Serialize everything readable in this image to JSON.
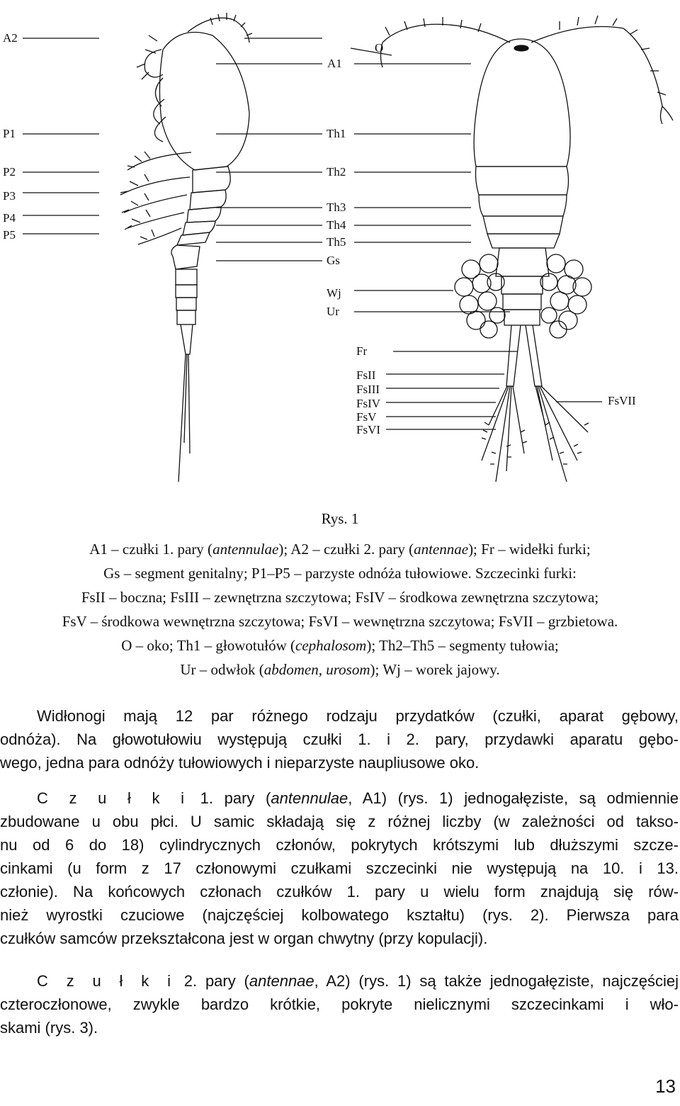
{
  "figure": {
    "labels": {
      "a2": "A2",
      "a1": "A1",
      "o": "O",
      "p1": "P1",
      "p2": "P2",
      "p3": "P3",
      "p4": "P4",
      "p5": "P5",
      "th1": "Th1",
      "th2": "Th2",
      "th3": "Th3",
      "th4": "Th4",
      "th5": "Th5",
      "gs": "Gs",
      "wj": "Wj",
      "ur": "Ur",
      "fr": "Fr",
      "fsii": "FsII",
      "fsiii": "FsIII",
      "fsiv": "FsIV",
      "fsv": "FsV",
      "fsvi": "FsVI",
      "fsvii": "FsVII"
    }
  },
  "caption": {
    "title": "Rys. 1",
    "lines": [
      [
        "A1 – czułki 1. pary (",
        "antennulae",
        "); A2 – czułki 2. pary (",
        "antennae",
        "); Fr – widełki furki;"
      ],
      [
        "Gs – segment genitalny; P1–P5 – parzyste odnóża tułowiowe. Szczecinki furki:"
      ],
      [
        "FsII – boczna; FsIII – zewnętrzna szczytowa; FsIV – środkowa zewnętrzna szczytowa;"
      ],
      [
        "FsV – środkowa wewnętrzna szczytowa; FsVI – wewnętrzna szczytowa; FsVII – grzbietowa."
      ],
      [
        "O – oko; Th1 – głowotułów (",
        "cephalosom",
        "); Th2–Th5 – segmenty tułowia;"
      ],
      [
        "Ur – odwłok (",
        "abdomen",
        ", ",
        "urosom",
        "); Wj – worek jajowy."
      ]
    ]
  },
  "paragraphs": {
    "p1": [
      "Widłonogi mają 12 par różnego rodzaju przydatków (czułki, aparat gębowy,",
      "odnóża). Na głowotułowiu występują czułki 1. i 2. pary, przydawki aparatu gębo-",
      "wego, jedna para odnóży tułowiowych i nieparzyste naupliusowe oko."
    ],
    "p2": {
      "lead": "C z u ł k i",
      "line1_rest": [
        " 1. pary (",
        "antennulae",
        ", A1) (rys. 1) jednogałęziste, są odmiennie"
      ],
      "lines": [
        "zbudowane u obu płci. U samic składają się z różnej liczby (w zależności od takso-",
        "nu od 6 do 18) cylindrycznych członów, pokrytych krótszymi lub dłuższymi szcze-",
        "cinkami (u form z 17 członowymi czułkami szczecinki nie występują na 10. i 13.",
        "członie). Na końcowych członach czułków 1. pary u wielu form znajdują się rów-",
        "nież wyrostki czuciowe (najczęściej kolbowatego kształtu) (rys. 2). Pierwsza para",
        "czułków samców przekształcona jest w organ chwytny (przy kopulacji)."
      ]
    },
    "p3": {
      "lead": "C z u ł k i",
      "line1_rest": [
        " 2. pary (",
        "antennae",
        ", A2) (rys. 1) są także jednogałęziste, najczęściej"
      ],
      "lines": [
        "czteroczłonowe, zwykle bardzo krótkie, pokryte nielicznymi szczecinkami i wło-",
        "skami (rys. 3)."
      ]
    }
  },
  "page_number": "13"
}
